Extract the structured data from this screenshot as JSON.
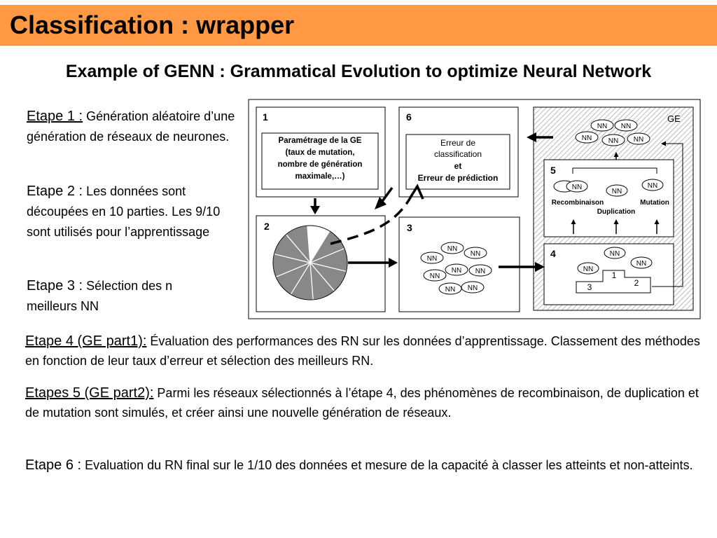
{
  "title": "Classification : wrapper",
  "subtitle": "Example of GENN : Grammatical Evolution to optimize Neural Network",
  "steps_left": [
    {
      "label": "Etape 1 :",
      "text": " Génération aléatoire d’une génération de réseaux de neurones."
    },
    {
      "label": "Etape 2 :",
      "text": " Les données sont découpées en 10 parties. Les 9/10 sont utilisés pour l’apprentissage"
    },
    {
      "label": "Etape 3 :",
      "text": " Sélection des n meilleurs NN"
    }
  ],
  "steps_bottom": [
    {
      "label": "Etape 4 (GE part1):",
      "text": " Évaluation des performances des RN sur les données d’apprentissage. Classement des méthodes en fonction de leur taux d’erreur et sélection des meilleurs RN."
    },
    {
      "label": "Etapes 5 (GE part2):",
      "text": " Parmi les réseaux sélectionnés à l’étape 4, des phénomènes de recombinaison, de duplication et de mutation sont simulés, et créer ainsi une nouvelle génération de réseaux."
    },
    {
      "label": "Etape 6 :",
      "text": " Evaluation du RN final sur le 1/10 des données et mesure de la capacité à classer les atteints et non-atteints."
    }
  ],
  "diagram": {
    "box1": {
      "num": "1",
      "lines": [
        "Paramétrage de la GE",
        "(taux de mutation,",
        "nombre de génération",
        "maximale,…)"
      ]
    },
    "box2": {
      "num": "2"
    },
    "box3": {
      "num": "3",
      "nn": "NN"
    },
    "box4": {
      "num": "4",
      "nn": "NN",
      "podium": [
        "1",
        "2",
        "3"
      ]
    },
    "box5": {
      "num": "5",
      "nn": "NN",
      "recombinaison": "Recombinaison",
      "mutation": "Mutation",
      "duplication": "Duplication"
    },
    "box6": {
      "num": "6",
      "lines": [
        "Erreur de",
        "classification",
        "et",
        "Erreur de prédiction"
      ]
    },
    "ge": {
      "label": "GE",
      "nn": "NN"
    }
  },
  "colors": {
    "title_bar": "#ff9944",
    "pie": "#888888",
    "hatch": "#bbbbbb"
  }
}
